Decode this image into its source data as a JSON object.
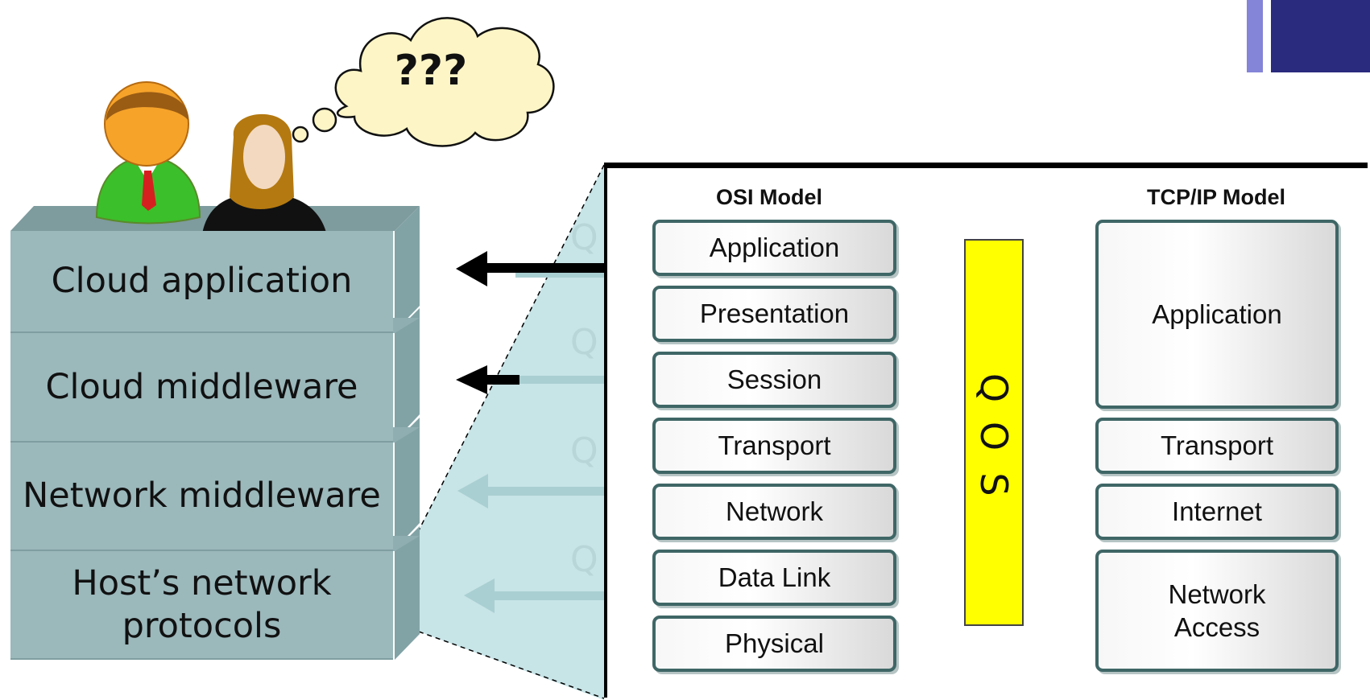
{
  "thought_bubble": {
    "text": "???"
  },
  "stack": {
    "layers": [
      {
        "label": "Cloud application"
      },
      {
        "label": "Cloud middleware"
      },
      {
        "label": "Network middleware"
      },
      {
        "label": "Host’s network protocols"
      }
    ]
  },
  "osi_model": {
    "title": "OSI Model",
    "layers": [
      "Application",
      "Presentation",
      "Session",
      "Transport",
      "Network",
      "Data Link",
      "Physical"
    ]
  },
  "qos": {
    "letters": [
      "Q",
      "O",
      "S"
    ]
  },
  "tcpip_model": {
    "title": "TCP/IP Model",
    "layers": [
      "Application",
      "Transport",
      "Internet",
      "Network Access"
    ]
  },
  "colors": {
    "block": "#9bb8bb",
    "zoom_fill": "#c7e4e7",
    "qos_fill": "#ffff00",
    "layer_border": "#3f6666",
    "accent_dark": "#2a2a7e",
    "accent_light": "#8484d8"
  }
}
